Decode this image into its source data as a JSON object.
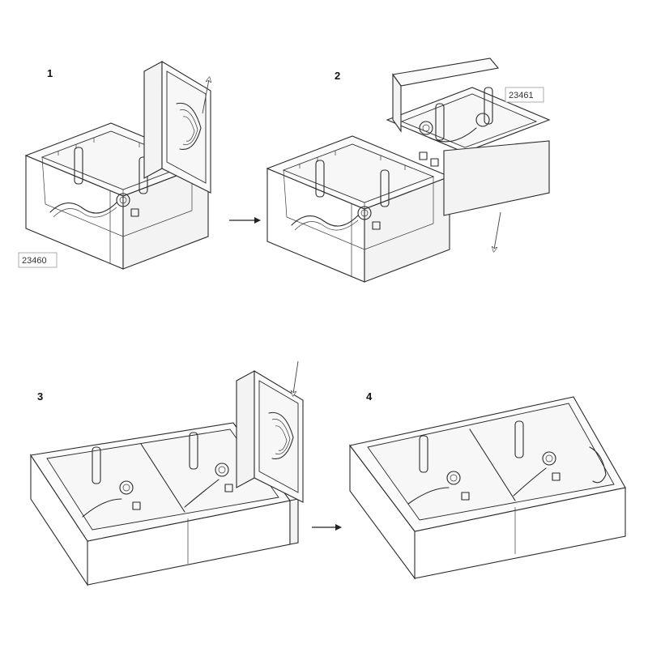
{
  "steps": [
    {
      "number": "1",
      "part_code": "23460"
    },
    {
      "number": "2",
      "part_code": "23461"
    },
    {
      "number": "3",
      "part_code": ""
    },
    {
      "number": "4",
      "part_code": ""
    }
  ],
  "colors": {
    "line": "#2a2a2a",
    "background": "#ffffff",
    "code_border": "#9a9a9a"
  }
}
